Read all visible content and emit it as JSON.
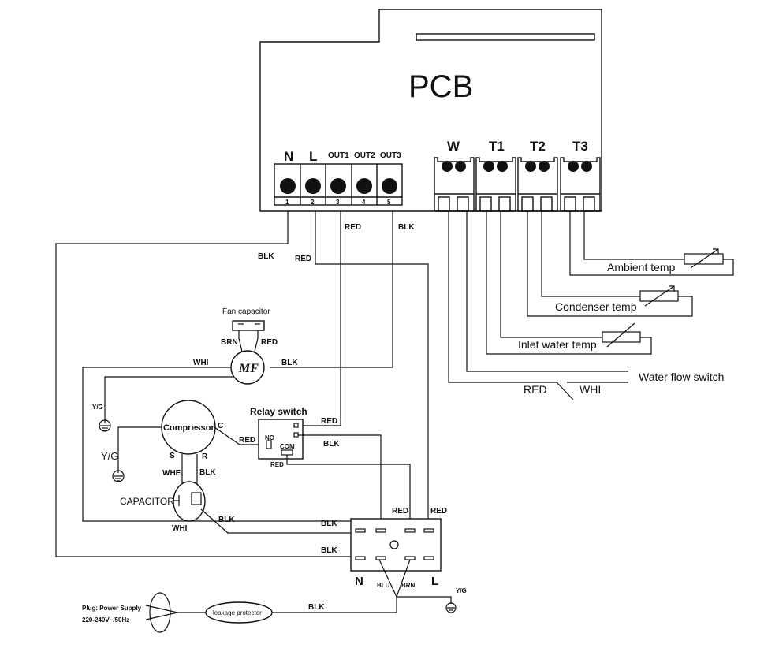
{
  "pcb": {
    "title": "PCB",
    "terminals": [
      {
        "label": "N",
        "num": "1"
      },
      {
        "label": "L",
        "num": "2"
      },
      {
        "label": "OUT1",
        "num": "3"
      },
      {
        "label": "OUT2",
        "num": "4"
      },
      {
        "label": "OUT3",
        "num": "5"
      }
    ],
    "connectors": [
      "W",
      "T1",
      "T2",
      "T3"
    ]
  },
  "wires": {
    "blk_n": "BLK",
    "red_l": "RED",
    "red_out1": "RED",
    "blk_out3": "BLK",
    "fan_whi": "WHI",
    "fan_blk": "BLK",
    "relay_red_in": "RED",
    "relay_blk": "BLK",
    "relay_com_red": "RED",
    "comp_c_red": "RED",
    "cap_blk": "BLK",
    "cap_whi": "WHI",
    "comp_whe": "WHE",
    "comp_r_blk": "BLK",
    "term_blk_top": "BLK",
    "term_blk_bottom": "BLK",
    "term_red_1": "RED",
    "term_red_2": "RED",
    "supply_blk": "BLK",
    "blu": "BLU",
    "brn": "BRN",
    "flow_red": "RED",
    "flow_whi": "WHI"
  },
  "sensors": {
    "ambient": "Ambient temp",
    "condenser": "Condenser temp",
    "inlet": "Inlet water temp",
    "flow": "Water flow switch"
  },
  "fan_capacitor": {
    "title": "Fan capacitor",
    "brn": "BRN",
    "red": "RED"
  },
  "fan_motor": {
    "label": "MF"
  },
  "compressor": {
    "label": "Compressor",
    "c": "C",
    "s": "S",
    "r": "R"
  },
  "capacitor": {
    "label": "CAPACITOR"
  },
  "relay": {
    "title": "Relay switch",
    "no": "NO",
    "com": "COM"
  },
  "grounds": {
    "yg1": "Y/G",
    "yg2": "Y/G",
    "yg3": "Y/G"
  },
  "terminal_block": {
    "n": "N",
    "l": "L"
  },
  "supply": {
    "plug_line1": "Plug: Power Supply",
    "plug_line2": "220-240V~/50Hz",
    "leakage": "leakage protector"
  }
}
